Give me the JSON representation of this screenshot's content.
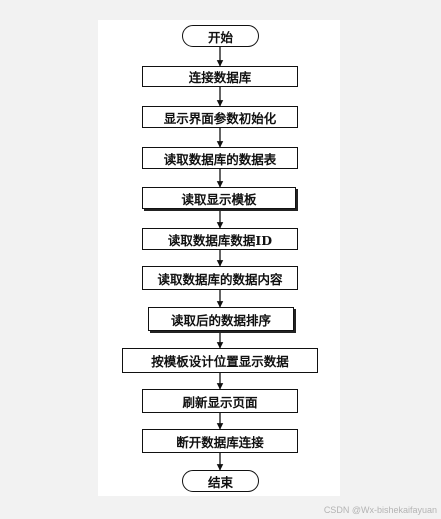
{
  "flowchart": {
    "start": "开始",
    "steps": [
      "连接数据库",
      "显示界面参数初始化",
      "读取数据库的数据表",
      "读取显示模板",
      "读取数据库数据ID",
      "读取数据库的数据内容",
      "读取后的数据排序",
      "按模板设计位置显示数据",
      "刷新显示页面",
      "断开数据库连接"
    ],
    "end": "结束"
  },
  "watermark": "CSDN @Wx-bishekaifayuan"
}
